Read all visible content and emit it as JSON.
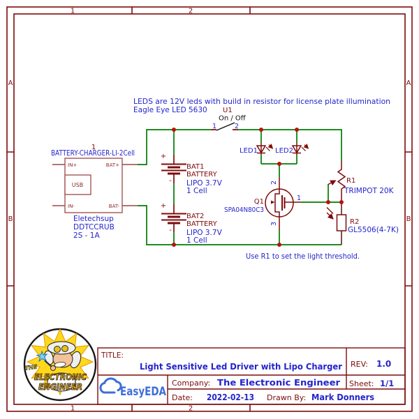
{
  "frame": {
    "cols": [
      "1",
      "2"
    ],
    "rows": [
      "A",
      "B"
    ]
  },
  "notes": {
    "led_line1": "LEDS are 12V leds with build in resistor for license plate illumination",
    "led_line2": "Eagle Eye LED 5630",
    "threshold": "Use R1 to set the light threshold."
  },
  "components": {
    "switch": {
      "ref": "U1",
      "state": "On / Off",
      "pin1": "1",
      "pin2": "2"
    },
    "charger": {
      "designator": "1",
      "part": "BATTERY-CHARGER-LI-2Cell",
      "pin_in_plus": "IN+",
      "pin_bat_plus": "BAT+",
      "pin_in_minus": "IN-",
      "pin_bat_minus": "BAT-",
      "usb": "USB",
      "mfr_line1": "Eletechsup",
      "mfr_line2": "DDTCCRUB",
      "mfr_line3": "2S - 1A"
    },
    "bat1": {
      "ref": "BAT1",
      "name": "BATTERY",
      "spec": "LIPO 3.7V",
      "cells": "1 Cell",
      "plus": "+",
      "minus": "-"
    },
    "bat2": {
      "ref": "BAT2",
      "name": "BATTERY",
      "spec": "LIPO 3.7V",
      "cells": "1 Cell",
      "plus": "+",
      "minus": "-"
    },
    "led1": {
      "ref": "LED1"
    },
    "led2": {
      "ref": "LED2"
    },
    "q1": {
      "ref": "Q1",
      "part": "SPA04N80C3",
      "pin_gate": "1",
      "pin_drain": "2",
      "pin_source": "3"
    },
    "r1": {
      "ref": "R1",
      "value": "TRIMPOT 20K"
    },
    "r2": {
      "ref": "R2",
      "value": "GL5506(4-7K)"
    }
  },
  "title_block": {
    "title_label": "TITLE:",
    "title": "Light Sensitive Led Driver with Lipo Charger",
    "rev_label": "REV:",
    "rev": "1.0",
    "company_label": "Company:",
    "company": "The Electronic Engineer",
    "sheet_label": "Sheet:",
    "sheet": "1/1",
    "date_label": "Date:",
    "date": "2022-02-13",
    "drawn_by_label": "Drawn By:",
    "drawn_by": "Mark Donners",
    "easyeda": "EasyEDA"
  },
  "ee_logo": {
    "line1": "THE",
    "line2": "ELECTRONIC",
    "line3": "ENGINEER"
  },
  "colors": {
    "frame_maroon": "#7d0b0b",
    "wire_green": "#007d00",
    "junction_red": "#bb1111",
    "annotation_blue": "#2424cc",
    "switch_black": "#101010",
    "easyeda_blue": "#3e6fd9",
    "logo_yellow": "#f7b11c"
  }
}
